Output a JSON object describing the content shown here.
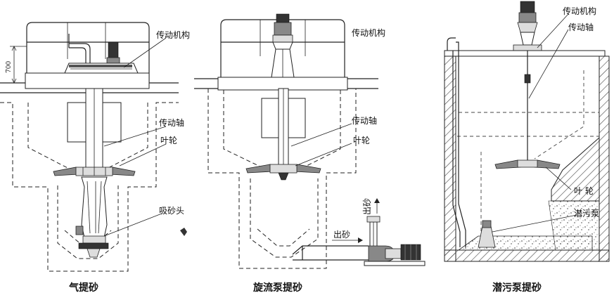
{
  "figure": {
    "panels": [
      {
        "caption": "气提砂",
        "labels": {
          "drive": "传动机构",
          "shaft": "传动轴",
          "impeller": "叶轮",
          "suction": "吸砂头",
          "dimension": "700"
        }
      },
      {
        "caption": "旋流泵提砂",
        "labels": {
          "drive": "传动机构",
          "shaft": "传动轴",
          "impeller": "叶轮",
          "outlet_horizontal": "出砂",
          "outlet_vertical": "出砂"
        }
      },
      {
        "caption": "潜污泵提砂",
        "labels": {
          "drive": "传动机构",
          "shaft": "传动轴",
          "impeller": "叶 轮",
          "pump": "潜污泵"
        }
      }
    ]
  }
}
